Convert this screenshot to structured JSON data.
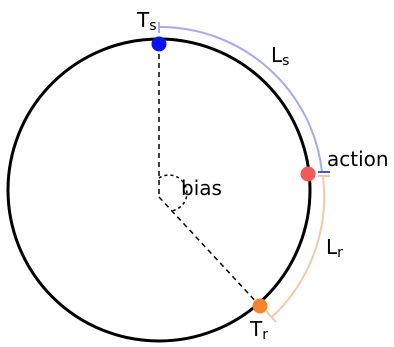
{
  "labels": {
    "ts_main": "T",
    "ts_sub": "s",
    "ls_main": "L",
    "ls_sub": "s",
    "tr_main": "T",
    "tr_sub": "r",
    "lr_main": "L",
    "lr_sub": "r",
    "action": "action",
    "bias": "bias"
  },
  "colors": {
    "circle": "#000000",
    "ts_point": "#0a14ee",
    "tr_point": "#f5822d",
    "action_point": "#f25a5a",
    "ls_arc": "#a6a9f5",
    "lr_arc": "#f5c8a6",
    "action_marker": "#4a55d8"
  }
}
